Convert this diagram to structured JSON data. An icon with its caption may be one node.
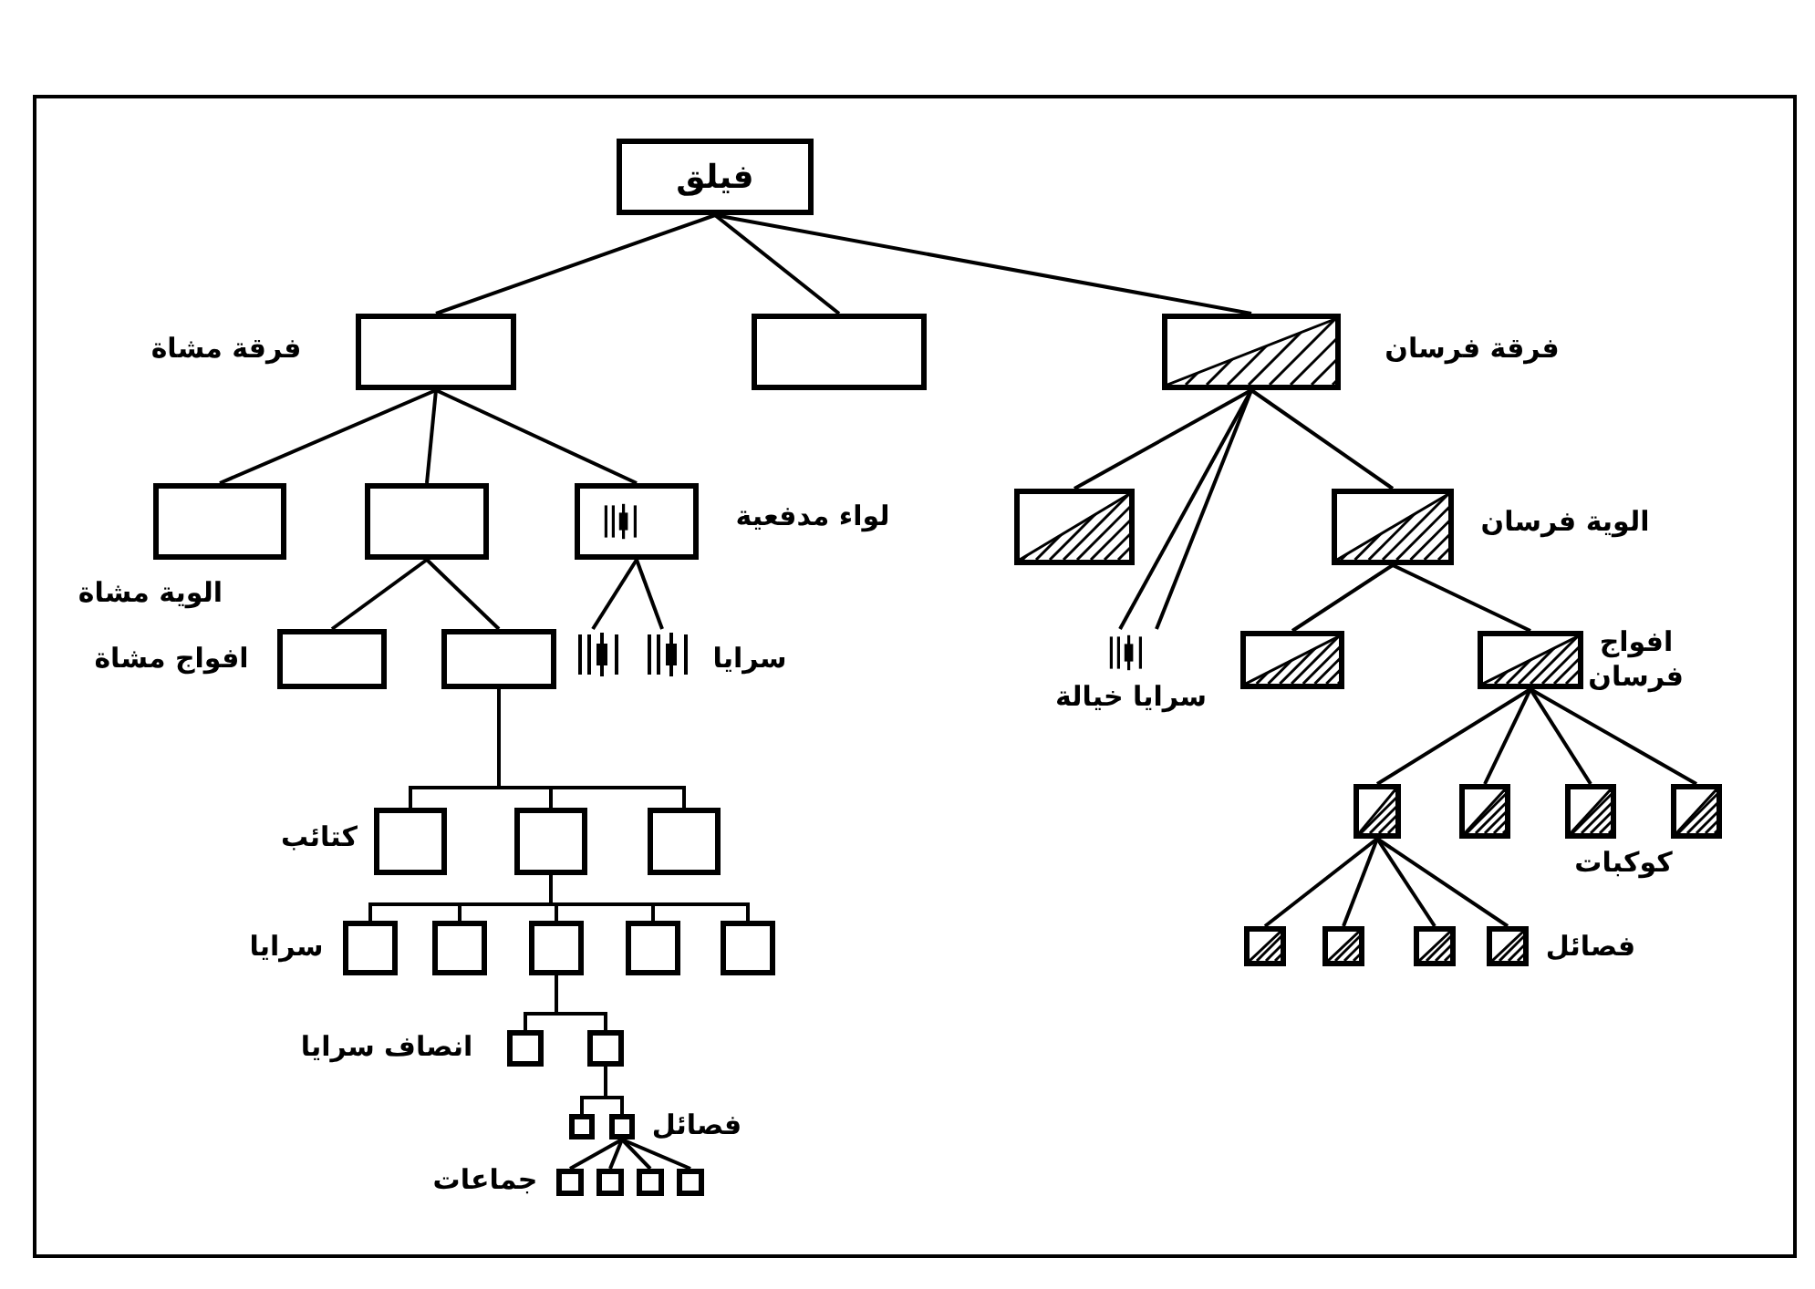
{
  "diagram": {
    "nodes": [
      {
        "text": [
          "فيلق"
        ]
      },
      {
        "text": [],
        "shape": "box",
        "beside": [
          "فرقة مشاة"
        ]
      },
      {
        "text": [],
        "shape": "box"
      },
      {
        "text": [],
        "shape": "box",
        "beside": [
          "فرقة فرسان"
        ]
      },
      {
        "text": [],
        "shape": "box",
        "beside": [
          "الوية مشاة"
        ]
      },
      {
        "text": [],
        "shape": "box"
      },
      {
        "text": [],
        "shape": "box",
        "beside": [
          "لواء مدفعية"
        ]
      },
      {
        "text": [],
        "shape": "box"
      },
      {
        "text": [],
        "shape": "box",
        "beside": [
          "الوية فرسان"
        ]
      },
      {
        "text": [],
        "shape": "box",
        "beside": [
          "افواج مشاة"
        ]
      },
      {
        "text": [],
        "shape": "box"
      },
      {
        "text": [],
        "shape": "picture"
      },
      {
        "text": [],
        "shape": "picture",
        "beside": [
          "سرايا"
        ]
      },
      {
        "text": [],
        "shape": "picture",
        "beside": [
          "سرايا خيالة"
        ]
      },
      {
        "text": [],
        "shape": "box"
      },
      {
        "text": [],
        "shape": "box",
        "beside": [
          "افواج فرسان"
        ]
      },
      {
        "text": [],
        "shape": "box",
        "beside": [
          "كتائب"
        ]
      },
      {
        "text": [],
        "shape": "box"
      },
      {
        "text": [],
        "shape": "box"
      },
      {
        "text": [],
        "shape": "box",
        "beside": [
          "سرايا"
        ]
      },
      {
        "text": [],
        "shape": "box"
      },
      {
        "text": [],
        "shape": "box"
      },
      {
        "text": [],
        "shape": "box"
      },
      {
        "text": [],
        "shape": "box"
      },
      {
        "text": [],
        "shape": "box",
        "beside": [
          "انصاف سرايا"
        ]
      },
      {
        "text": [],
        "shape": "box"
      },
      {
        "text": [],
        "shape": "box"
      },
      {
        "text": [],
        "shape": "box",
        "beside": [
          "فصائل"
        ]
      },
      {
        "text": [],
        "shape": "box",
        "beside": [
          "جماعات"
        ]
      },
      {
        "text": [],
        "shape": "box"
      },
      {
        "text": [],
        "shape": "box"
      },
      {
        "text": [],
        "shape": "box"
      },
      {
        "text": [],
        "shape": "box"
      },
      {
        "text": [],
        "shape": "box"
      },
      {
        "text": [],
        "shape": "box"
      },
      {
        "text": [],
        "shape": "box",
        "beside": [
          "كوكبات"
        ]
      },
      {
        "text": [],
        "shape": "box"
      },
      {
        "text": [],
        "shape": "box"
      },
      {
        "text": [],
        "shape": "box"
      },
      {
        "text": [],
        "shape": "box",
        "beside": [
          "فصائل"
        ]
      }
    ],
    "edges": [
      {
        "from": 0,
        "to": 1,
        "arrow": "none"
      },
      {
        "from": 0,
        "to": 2,
        "arrow": "none"
      },
      {
        "from": 0,
        "to": 3,
        "arrow": "none"
      },
      {
        "from": 1,
        "to": 4,
        "arrow": "none"
      },
      {
        "from": 1,
        "to": 5,
        "arrow": "none"
      },
      {
        "from": 1,
        "to": 6,
        "arrow": "none"
      },
      {
        "from": 3,
        "to": 7,
        "arrow": "none"
      },
      {
        "from": 3,
        "to": 13,
        "arrow": "none"
      },
      {
        "from": 3,
        "to": 13,
        "arrow": "none"
      },
      {
        "from": 3,
        "to": 8,
        "arrow": "none"
      },
      {
        "from": 5,
        "to": 9,
        "arrow": "none"
      },
      {
        "from": 5,
        "to": 10,
        "arrow": "none"
      },
      {
        "from": 6,
        "to": 11,
        "arrow": "none"
      },
      {
        "from": 6,
        "to": 12,
        "arrow": "none"
      },
      {
        "from": 8,
        "to": 14,
        "arrow": "none"
      },
      {
        "from": 8,
        "to": 15,
        "arrow": "none"
      },
      {
        "from": 10,
        "to": 16,
        "arrow": "none"
      },
      {
        "from": 10,
        "to": 17,
        "arrow": "none"
      },
      {
        "from": 10,
        "to": 18,
        "arrow": "none"
      },
      {
        "from": 17,
        "to": 19,
        "arrow": "none"
      },
      {
        "from": 17,
        "to": 20,
        "arrow": "none"
      },
      {
        "from": 17,
        "to": 21,
        "arrow": "none"
      },
      {
        "from": 17,
        "to": 22,
        "arrow": "none"
      },
      {
        "from": 17,
        "to": 23,
        "arrow": "none"
      },
      {
        "from": 21,
        "to": 24,
        "arrow": "none"
      },
      {
        "from": 21,
        "to": 25,
        "arrow": "none"
      },
      {
        "from": 25,
        "to": 26,
        "arrow": "none"
      },
      {
        "from": 25,
        "to": 27,
        "arrow": "none"
      },
      {
        "from": 27,
        "to": 28,
        "arrow": "none"
      },
      {
        "from": 27,
        "to": 29,
        "arrow": "none"
      },
      {
        "from": 27,
        "to": 30,
        "arrow": "none"
      },
      {
        "from": 27,
        "to": 31,
        "arrow": "none"
      },
      {
        "from": 15,
        "to": 32,
        "arrow": "none"
      },
      {
        "from": 15,
        "to": 33,
        "arrow": "none"
      },
      {
        "from": 15,
        "to": 34,
        "arrow": "none"
      },
      {
        "from": 15,
        "to": 35,
        "arrow": "none"
      },
      {
        "from": 32,
        "to": 36,
        "arrow": "none"
      },
      {
        "from": 32,
        "to": 37,
        "arrow": "none"
      },
      {
        "from": 32,
        "to": 38,
        "arrow": "none"
      },
      {
        "from": 32,
        "to": 39,
        "arrow": "none"
      }
    ]
  }
}
